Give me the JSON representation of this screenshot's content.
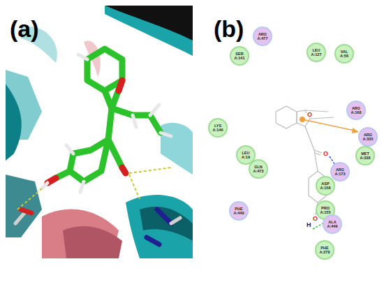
{
  "diagram": {
    "nodes": [
      {
        "text": [
          "ARG A:477"
        ]
      },
      {
        "text": [
          "LEU A:127"
        ]
      },
      {
        "text": [
          "VAL A:56"
        ]
      },
      {
        "text": [
          "SER A:141"
        ]
      },
      {
        "text": [
          "ARG A:168"
        ]
      },
      {
        "text": [
          "LYS A:146"
        ]
      },
      {
        "text": [
          "ARG A:335"
        ]
      },
      {
        "text": [
          "LEU A:19"
        ]
      },
      {
        "text": [
          "MET A:338"
        ]
      },
      {
        "text": [
          "GLN A:473"
        ]
      },
      {
        "text": [
          "ARG A:173"
        ]
      },
      {
        "text": [
          "ASP A:158"
        ]
      },
      {
        "text": [
          "PRO A:155"
        ]
      },
      {
        "text": [
          "PHE A:449"
        ]
      },
      {
        "text": [
          "ALA A:446"
        ]
      },
      {
        "text": [
          "PHE A:278"
        ]
      }
    ],
    "labels": [
      "(a)",
      "(b)",
      "O",
      "O",
      "O",
      "H"
    ]
  }
}
